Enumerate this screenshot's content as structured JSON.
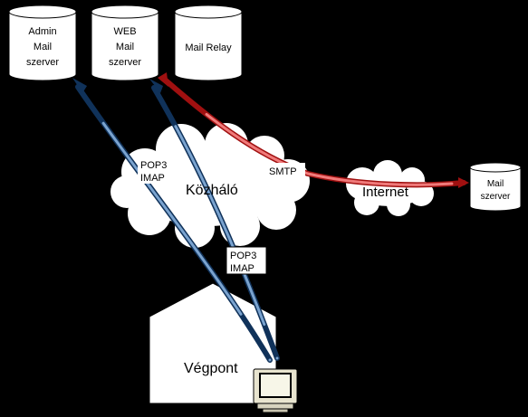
{
  "servers": {
    "admin": {
      "lines": [
        "Admin",
        "Mail",
        "szerver"
      ]
    },
    "web": {
      "lines": [
        "WEB",
        "Mail",
        "szerver"
      ]
    },
    "relay": {
      "lines": [
        "Mail Relay"
      ]
    },
    "external": {
      "lines": [
        "Mail",
        "szerver"
      ]
    }
  },
  "clouds": {
    "kozhalo": {
      "label": "Közháló"
    },
    "internet": {
      "label": "Internet"
    }
  },
  "protocols": {
    "upper": {
      "lines": [
        "POP3",
        "IMAP"
      ]
    },
    "lower": {
      "lines": [
        "POP3",
        "IMAP"
      ]
    },
    "smtp": {
      "label": "SMTP"
    }
  },
  "endpoint": {
    "label": "Végpont",
    "icon": "computer-monitor-icon"
  },
  "colors": {
    "background": "#000000",
    "pop_imap_dark": "#10325a",
    "pop_imap_light": "#7aa3cf",
    "smtp_dark": "#a01010",
    "smtp_light": "#f07a7a"
  }
}
